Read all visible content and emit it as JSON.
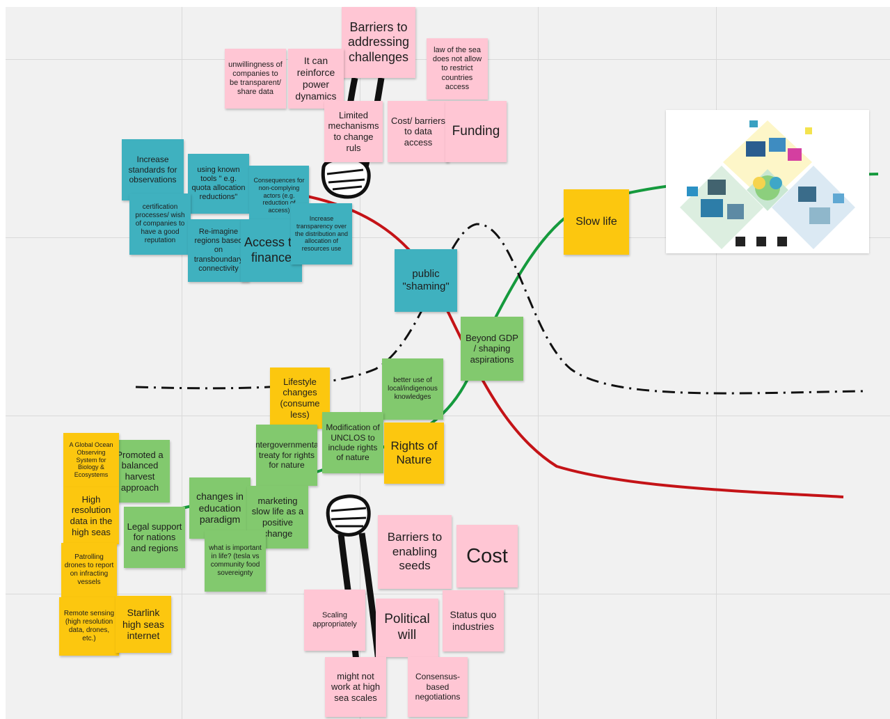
{
  "notes": {
    "barriers_addressing": "Barriers to addressing challenges",
    "unwillingness": "unwillingness of companies to be transparent/ share data",
    "reinforce_power": "It can reinforce power dynamics",
    "law_of_sea": "law of the sea does not allow to restrict countries access",
    "limited_mechanisms": "Limited mechanisms to change ruls",
    "cost_barriers_data": "Cost/ barriers to data access",
    "funding": "Funding",
    "increase_standards": "Increase standards for observations",
    "using_known_tools": "using known tools \" e.g. quota allocation reductions\"",
    "consequences": "Consequences for non-complying actors (e.g. reduction of access)",
    "certification": "certification processes/ wish of companies to have a good reputation",
    "reimagine_regions": "Re-imagine regions based on transboundary connectivity",
    "access_finance": "Access to finance",
    "increase_transparency": "Increase transparency over the distribution and allocation of resources use",
    "public_shaming": "public \"shaming\"",
    "slow_life": "Slow life",
    "beyond_gdp": "Beyond GDP / shaping aspirations",
    "better_use_local": "better use of local/indigenous knowledges",
    "lifestyle_changes": "Lifestyle changes (consume less)",
    "modification_unclos": "Modification of UNCLOS to include rights of nature",
    "intergovernmental_treaty": "Intergovernmental treaty for rights for nature",
    "rights_of_nature": "Rights of Nature",
    "global_ocean_observing": "A Global Ocean Observing System for Biology & Ecosystems",
    "promoted_balanced": "Promoted a balanced harvest approach",
    "changes_education": "changes in education paradigm",
    "marketing_slow_life": "marketing slow life as a positive change",
    "high_resolution": "High resolution data in the high seas",
    "legal_support": "Legal support for nations and regions",
    "what_is_important": "what is important in life? (tesla vs community food sovereignty",
    "patrolling_drones": "Patrolling drones to report on infracting vessels",
    "remote_sensing": "Remote sensing (high resolution data, drones, etc.)",
    "starlink": "Starlink high seas internet",
    "barriers_enabling": "Barriers to enabling seeds",
    "cost": "Cost",
    "scaling": "Scaling appropriately",
    "political_will": "Political will",
    "status_quo": "Status quo industries",
    "might_not_work": "might not work at high sea scales",
    "consensus_based": "Consensus-based negotiations"
  },
  "colors": {
    "red_line": "#c41317",
    "green_line": "#159a3d",
    "dash_line": "#111111",
    "pink": "#ffc6d4",
    "teal": "#3fb1bf",
    "green": "#82c96e",
    "yellow": "#fcc70f"
  },
  "icons": [
    "raised-fist-icon",
    "raised-fist-icon"
  ]
}
